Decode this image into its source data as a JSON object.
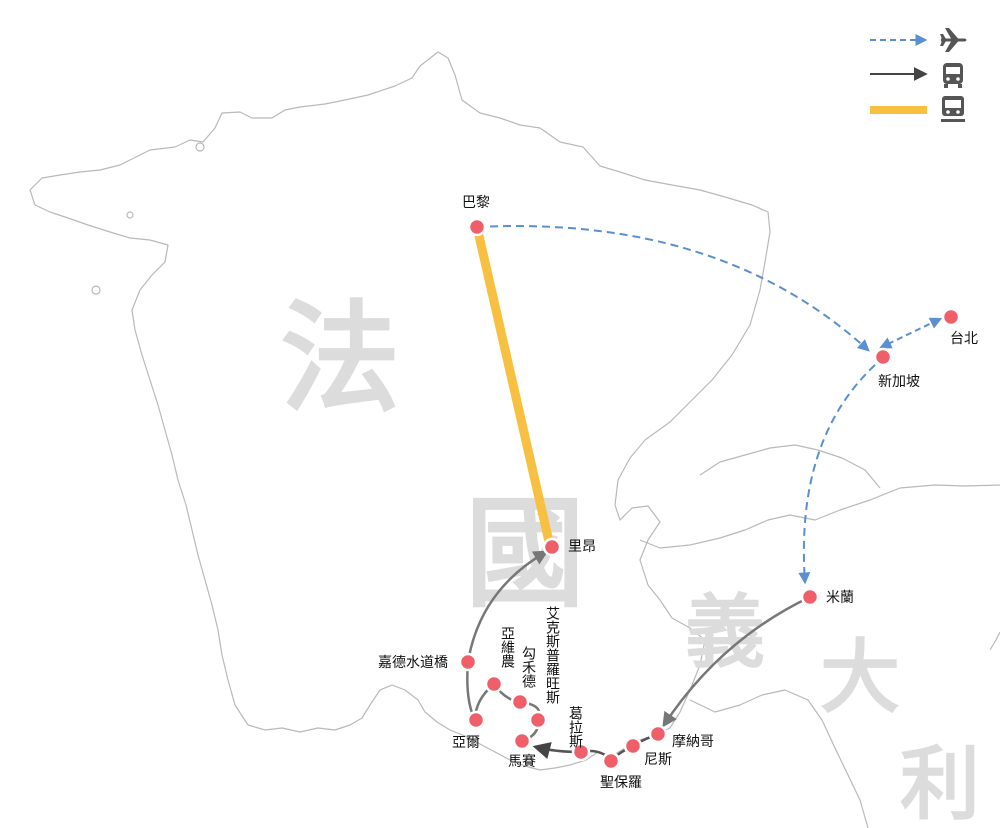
{
  "countries": {
    "france": [
      "法",
      "國"
    ],
    "italy": [
      "義",
      "大",
      "利"
    ]
  },
  "legend": [
    {
      "type": "flight",
      "icon": "airplane-icon",
      "line_style": "dashed-arrow",
      "color": "#5a8fd0"
    },
    {
      "type": "bus",
      "icon": "bus-icon",
      "line_style": "solid-arrow",
      "color": "#555555"
    },
    {
      "type": "train",
      "icon": "train-icon",
      "line_style": "thick-bar",
      "color": "#f8c040"
    }
  ],
  "cities": {
    "paris": "巴黎",
    "singapore": "新加坡",
    "taipei": "台北",
    "milan": "米蘭",
    "lyon": "里昂",
    "monaco": "摩納哥",
    "nice": "尼斯",
    "saint_paul": "聖保羅",
    "grasse": "葛拉斯",
    "aix": "艾克斯普羅旺斯",
    "gordes": "勾禾德",
    "avignon": "亞維農",
    "pont_du_gard": "嘉德水道橋",
    "arles": "亞爾",
    "marseille": "馬賽"
  },
  "colors": {
    "city_dot": "#ef5f6a",
    "flight_route": "#5a8fd0",
    "bus_route": "#777777",
    "train_route": "#f8c040",
    "border": "#b9b9b9",
    "country_label": "#dcdcdc"
  }
}
